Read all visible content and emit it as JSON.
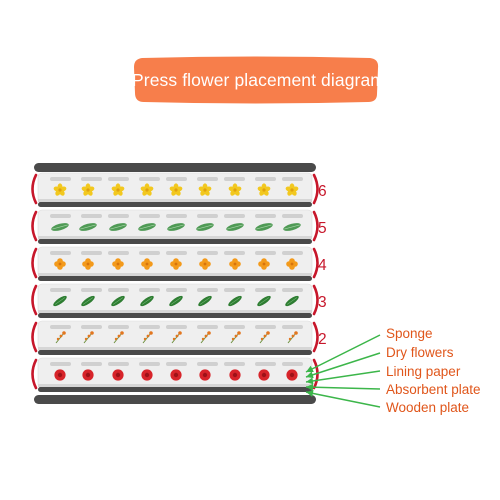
{
  "title": "Press flower placement diagram",
  "layer_numbers": [
    "6",
    "5",
    "4",
    "3",
    "2"
  ],
  "layer_flowers": [
    "yellow-star-flower",
    "green-leaf",
    "orange-cross-flower",
    "green-seed-leaf",
    "orange-sprig",
    "red-round-flower"
  ],
  "callouts": [
    "Sponge",
    "Dry flowers",
    "Lining paper",
    "Absorbent plate",
    "Wooden plate"
  ],
  "colors": {
    "banner": "#f77e4b",
    "bracket": "#c7172b",
    "callout_text": "#e0561b",
    "arrow": "#3cb64a",
    "plate": "#4a4a4a",
    "sponge": "#d0d0d0"
  }
}
